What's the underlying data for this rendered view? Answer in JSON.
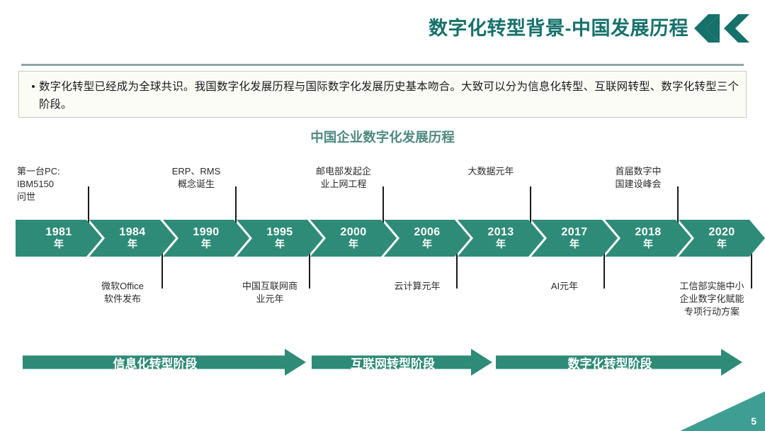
{
  "header": {
    "title": "数字化转型背景-中国发展历程",
    "chevron_icon": "double-chevron-left-icon",
    "accent_color": "#16716b"
  },
  "bullet_box": {
    "marker": "•",
    "text": "数字化转型已经成为全球共识。我国数字化发展历程与国际数字化发展历史基本吻合。大致可以分为信息化转型、互联网转型、数字化转型三个阶段。",
    "background": "#fcfcf7",
    "border_color": "#c9c9bd"
  },
  "chart_data": {
    "type": "timeline",
    "title": "中国企业数字化发展历程",
    "title_color": "#4f8a80",
    "arrow_color": "#2e8b77",
    "milestones": [
      {
        "year": "1981",
        "year_suffix": "年",
        "label": "第一台PC:\nIBM5150\n问世",
        "position": "top",
        "align": "left"
      },
      {
        "year": "1984",
        "year_suffix": "年",
        "label": "微软Office\n软件发布",
        "position": "bottom",
        "align": "center"
      },
      {
        "year": "1990",
        "year_suffix": "年",
        "label": "ERP、RMS\n概念诞生",
        "position": "top",
        "align": "center"
      },
      {
        "year": "1995",
        "year_suffix": "年",
        "label": "中国互联网商\n业元年",
        "position": "bottom",
        "align": "center"
      },
      {
        "year": "2000",
        "year_suffix": "年",
        "label": "邮电部发起企\n业上网工程",
        "position": "top",
        "align": "center"
      },
      {
        "year": "2006",
        "year_suffix": "年",
        "label": "云计算元年",
        "position": "bottom",
        "align": "center"
      },
      {
        "year": "2013",
        "year_suffix": "年",
        "label": "大数据元年",
        "position": "top",
        "align": "center"
      },
      {
        "year": "2017",
        "year_suffix": "年",
        "label": "AI元年",
        "position": "bottom",
        "align": "center"
      },
      {
        "year": "2018",
        "year_suffix": "年",
        "label": "首届数字中\n国建设峰会",
        "position": "top",
        "align": "center"
      },
      {
        "year": "2020",
        "year_suffix": "年",
        "label": "工信部实施中小\n企业数字化赋能\n专项行动方案",
        "position": "bottom",
        "align": "center"
      }
    ],
    "phases": [
      {
        "label": "信息化转型阶段"
      },
      {
        "label": "互联网转型阶段"
      },
      {
        "label": "数字化转型阶段"
      }
    ]
  },
  "footer": {
    "page_number": "5",
    "corner_color": "#3e9e93"
  }
}
